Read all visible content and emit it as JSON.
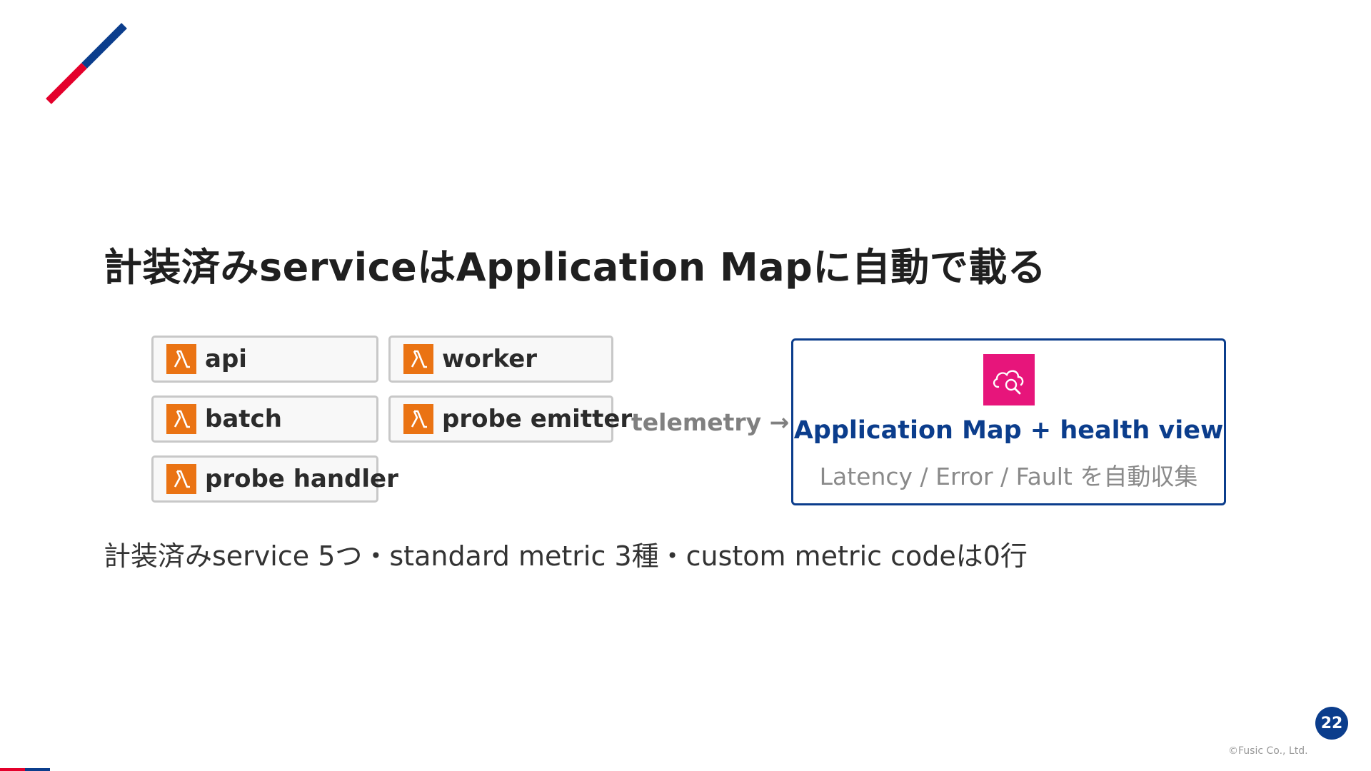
{
  "title": "計装済みserviceはApplication Mapに自動で載る",
  "services": [
    {
      "label": "api",
      "icon": "lambda-icon"
    },
    {
      "label": "worker",
      "icon": "lambda-icon"
    },
    {
      "label": "batch",
      "icon": "lambda-icon"
    },
    {
      "label": "probe emitter",
      "icon": "lambda-icon"
    },
    {
      "label": "probe handler",
      "icon": "lambda-icon"
    }
  ],
  "flow": {
    "label": "telemetry →"
  },
  "target": {
    "icon": "cloud-search-icon",
    "title": "Application Map + health view",
    "subtitle": "Latency / Error / Fault を自動収集"
  },
  "summary": "計装済みservice 5つ・standard metric 3種・custom metric codeは0行",
  "footer": {
    "page_number": "22",
    "copyright": "©Fusic Co., Ltd."
  },
  "colors": {
    "brand_blue": "#0b3d8c",
    "brand_red": "#e4002b",
    "lambda_orange": "#ea7313",
    "cloudwatch_pink": "#e7157b"
  }
}
